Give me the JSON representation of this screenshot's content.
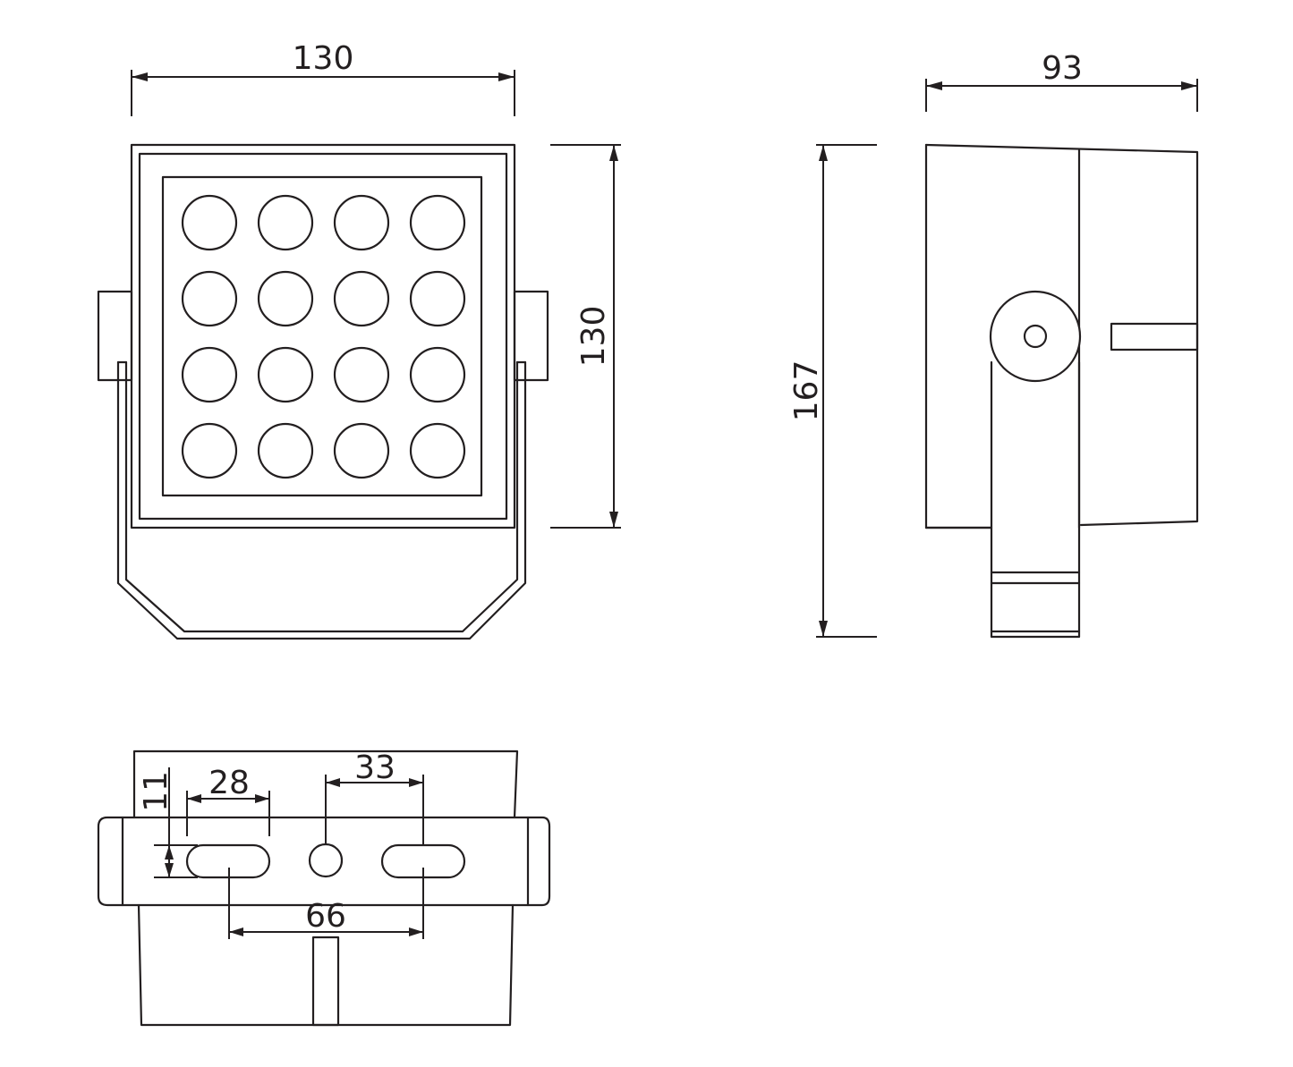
{
  "colors": {
    "line": "#231f20",
    "background": "#ffffff"
  },
  "dimensions": {
    "front_width": "130",
    "front_height": "130",
    "side_depth": "93",
    "side_total_height": "167",
    "bottom_slot_width": "28",
    "bottom_slot_height": "11",
    "bottom_hole_to_slot": "33",
    "bottom_slot_spacing": "66"
  },
  "led_array": {
    "rows": 4,
    "columns": 4
  }
}
